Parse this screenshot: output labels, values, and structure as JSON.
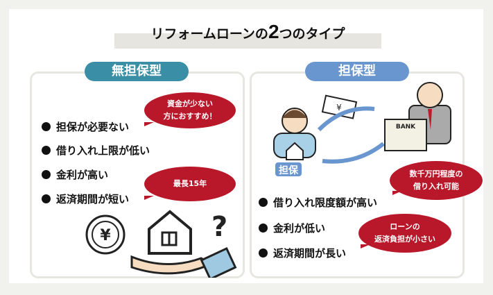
{
  "title": {
    "prefix": "リフォームローンの",
    "number": "2",
    "suffix": "つのタイプ"
  },
  "unsecured": {
    "label": "無担保型",
    "items": [
      "担保が必要ない",
      "借り入れ上限が低い",
      "金利が高い",
      "返済期間が短い"
    ],
    "bubbles": [
      [
        "資金が少ない",
        "方におすすめ！"
      ],
      [
        "最長15年"
      ]
    ]
  },
  "secured": {
    "label": "担保型",
    "collateral_label": "担保",
    "bank_label": "BANK",
    "items": [
      "借り入れ限度額が高い",
      "金利が低い",
      "返済期間が長い"
    ],
    "bubbles": [
      [
        "数千万円程度の",
        "借り入れ可能"
      ],
      [
        "ローンの",
        "返済負担が小さい"
      ]
    ]
  },
  "colors": {
    "unsecured_tab": "#3a8fa6",
    "secured_tab": "#6a96cf",
    "bubble": "#b9182a"
  }
}
